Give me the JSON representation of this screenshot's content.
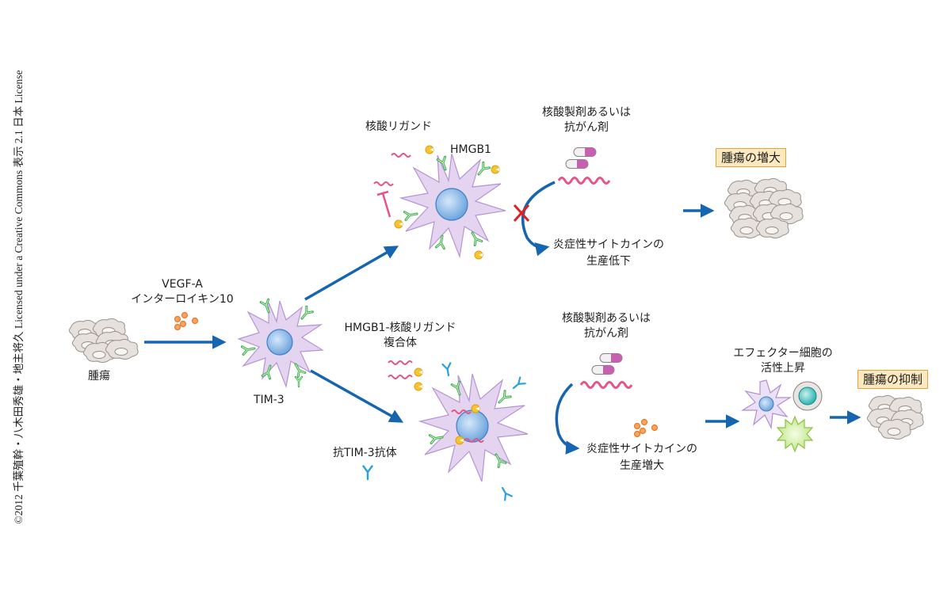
{
  "credit": "©2012 千葉殖幹・八木田秀雄・地主将久 Licensed under a Creative Commons 表示 2.1 日本 License",
  "colors": {
    "arrow": "#1565b0",
    "cell_membrane": "#c8aee0",
    "cell_nucleus": "#7fb2e4",
    "tim3_receptor": "#3cb04a",
    "nucleic_acid": "#e8548a",
    "hmgb1": "#f5c431",
    "cytokine": "#f08a30",
    "anti_tim3": "#2aa0e0",
    "block_x": "#e02020",
    "result_box_bg": "#fde9bf",
    "result_box_border": "#f0a030"
  },
  "labels": {
    "tumor": "腫瘍",
    "vegf_line1": "VEGF-A",
    "vegf_line2": "インターロイキン10",
    "tim3": "TIM-3",
    "nucleic_ligand": "核酸リガンド",
    "hmgb1": "HMGB1",
    "drug_top_line1": "核酸製剤あるいは",
    "drug_top_line2": "抗がん剤",
    "cytokine_down_line1": "炎症性サイトカインの",
    "cytokine_down_line2": "生産低下",
    "tumor_growth": "腫瘍の増大",
    "complex_line1": "HMGB1-核酸リガンド",
    "complex_line2": "複合体",
    "anti_tim3": "抗TIM-3抗体",
    "drug_bottom_line1": "核酸製剤あるいは",
    "drug_bottom_line2": "抗がん剤",
    "cytokine_up_line1": "炎症性サイトカインの",
    "cytokine_up_line2": "生産増大",
    "effector_line1": "エフェクター細胞の",
    "effector_line2": "活性上昇",
    "tumor_suppression": "腫瘍の抑制"
  }
}
